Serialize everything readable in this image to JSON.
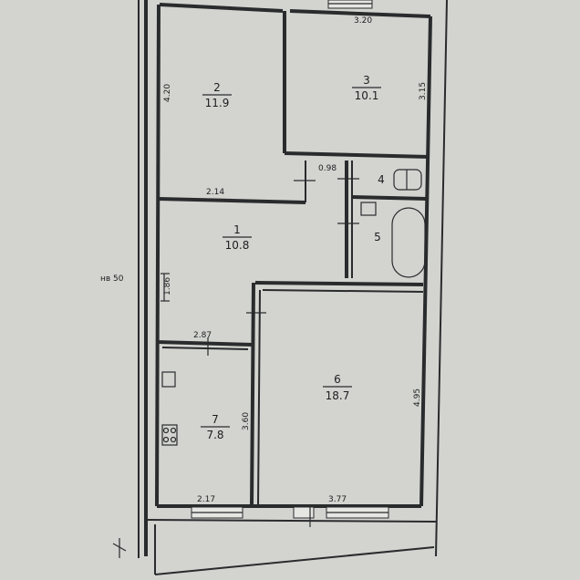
{
  "rooms": [
    {
      "id": "2",
      "number": "2",
      "area": "11.9"
    },
    {
      "id": "3",
      "number": "3",
      "area": "10.1"
    },
    {
      "id": "4",
      "number": "4"
    },
    {
      "id": "5",
      "number": "5"
    },
    {
      "id": "1",
      "number": "1",
      "area": "10.8"
    },
    {
      "id": "6",
      "number": "6",
      "area": "18.7"
    },
    {
      "id": "7",
      "number": "7",
      "area": "7.8"
    }
  ],
  "dimensions": {
    "top_width_room3": "3.20",
    "left_height_room2": "4.20",
    "right_height_room3": "3.15",
    "bottom_width_room2": "2.14",
    "door_width_small": "0.98",
    "left_corridor": "1.86",
    "top_width_room7": "2.87",
    "height_room7": "3.60",
    "bottom_width_room7": "2.17",
    "height_room6": "4.95",
    "bottom_width_room6": "3.77",
    "ceiling_note": "нв 50"
  }
}
